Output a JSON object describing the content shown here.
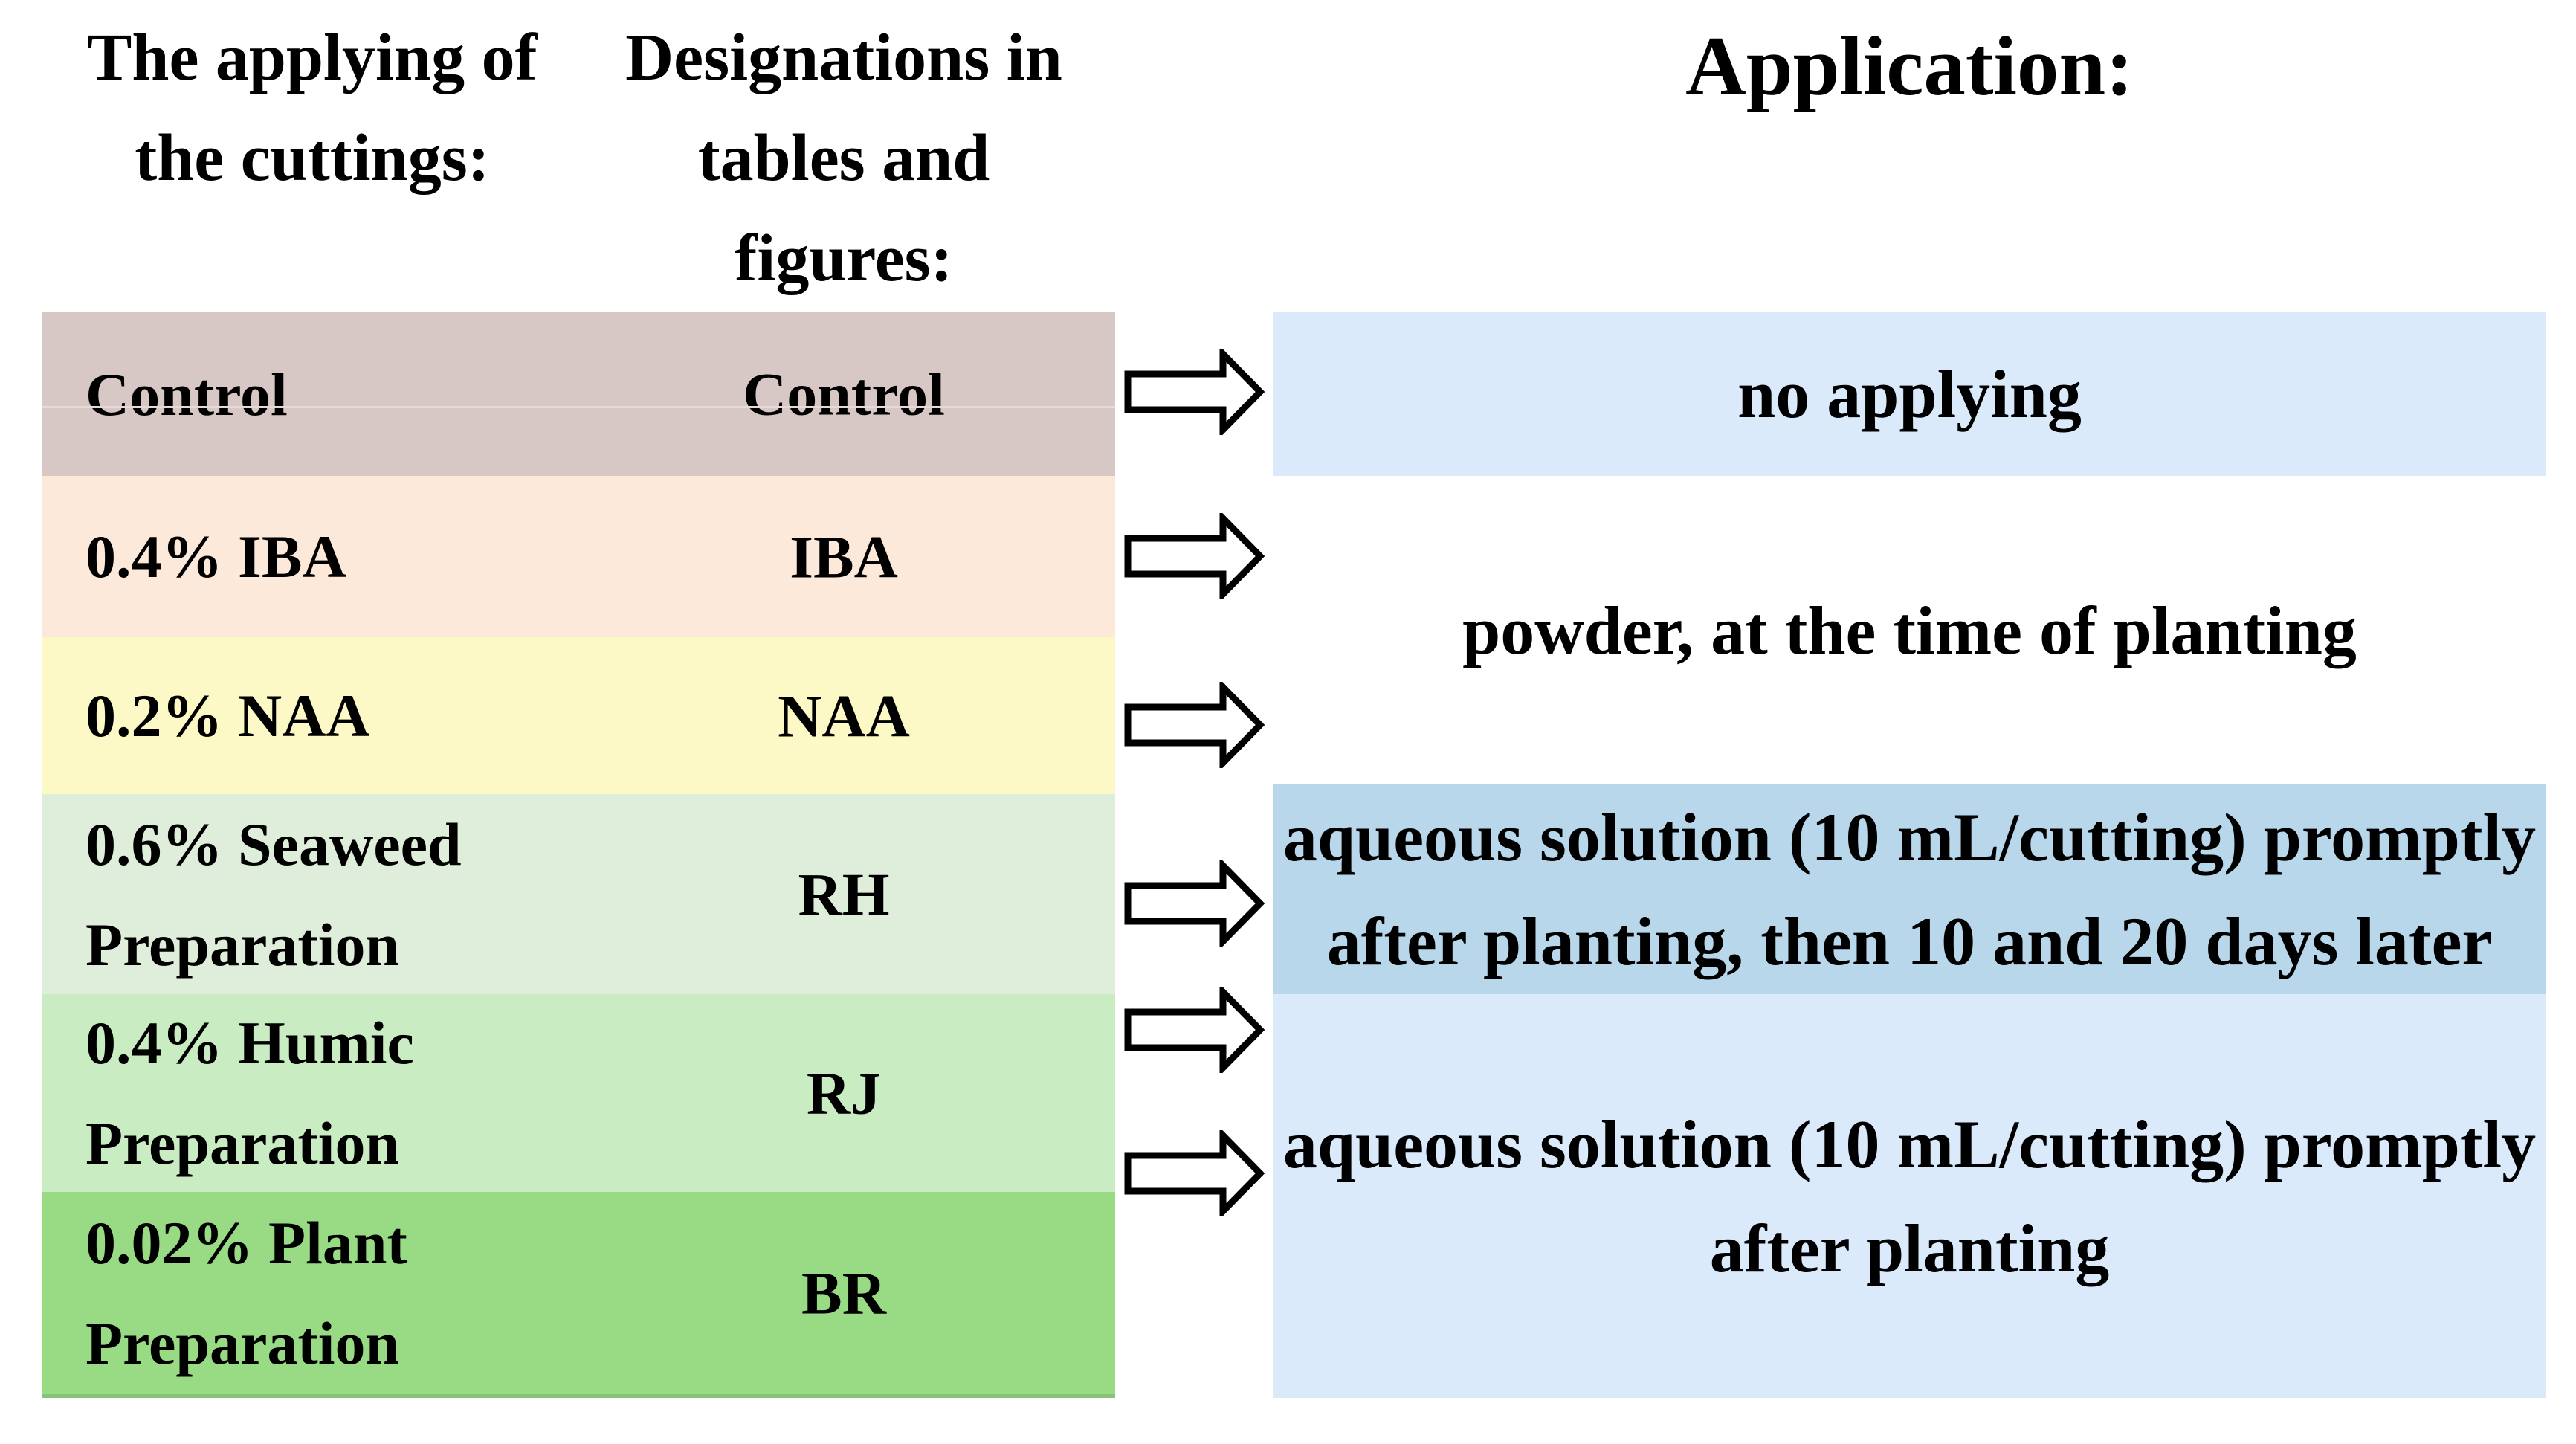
{
  "figure": {
    "headers": {
      "treatments": "The applying of\nthe cuttings:",
      "designations": "Designations in\ntables and\nfigures:",
      "application": "Application:"
    },
    "treatments": [
      {
        "label": "Control",
        "designation": "Control",
        "row_color": "#d8c8c5"
      },
      {
        "label": "0.4% IBA",
        "designation": "IBA",
        "row_color": "#fce9d9"
      },
      {
        "label": "0.2% NAA",
        "designation": "NAA",
        "row_color": "#fdf9c6"
      },
      {
        "label": "0.6% Seaweed\nPreparation",
        "designation": "RH",
        "row_color": "#dfeeda"
      },
      {
        "label": "0.4% Humic\nPreparation",
        "designation": "RJ",
        "row_color": "#c9ecc3"
      },
      {
        "label": "0.02% Plant\nPreparation",
        "designation": "BR",
        "row_color": "#98db84"
      }
    ],
    "applications": [
      {
        "text": "no applying",
        "block_color": "#dbeafb"
      },
      {
        "text": "powder, at the time of planting",
        "block_color": "#ffffff"
      },
      {
        "text": "aqueous solution (10 mL/cutting) promptly\nafter planting, then 10 and 20 days later",
        "block_color": "#b8d7eb"
      },
      {
        "text": "aqueous solution (10 mL/cutting) promptly\nafter planting",
        "block_color": "#dbeafb"
      }
    ],
    "arrow": {
      "fill": "#ffffff",
      "stroke": "#000000"
    },
    "text_color": "#000000"
  }
}
